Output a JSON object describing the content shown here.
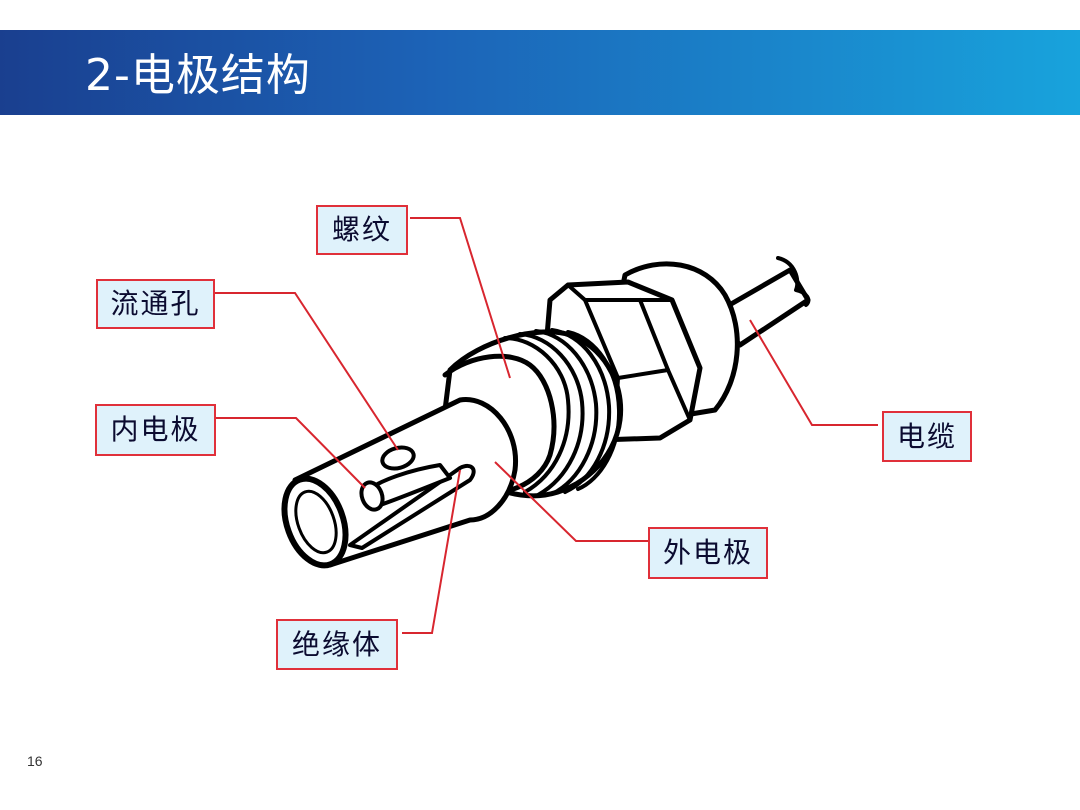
{
  "slide": {
    "title": "2-电极结构",
    "page_number": "16"
  },
  "labels": {
    "thread": "螺纹",
    "flow_hole": "流通孔",
    "inner_electrode": "内电极",
    "cable": "电缆",
    "outer_electrode": "外电极",
    "insulator": "绝缘体"
  },
  "colors": {
    "title_bar_start": "#1a3f8f",
    "title_bar_end": "#18a3dc",
    "label_border": "#e0303a",
    "label_fill": "#dff2fb",
    "leader_line": "#d8262f"
  }
}
